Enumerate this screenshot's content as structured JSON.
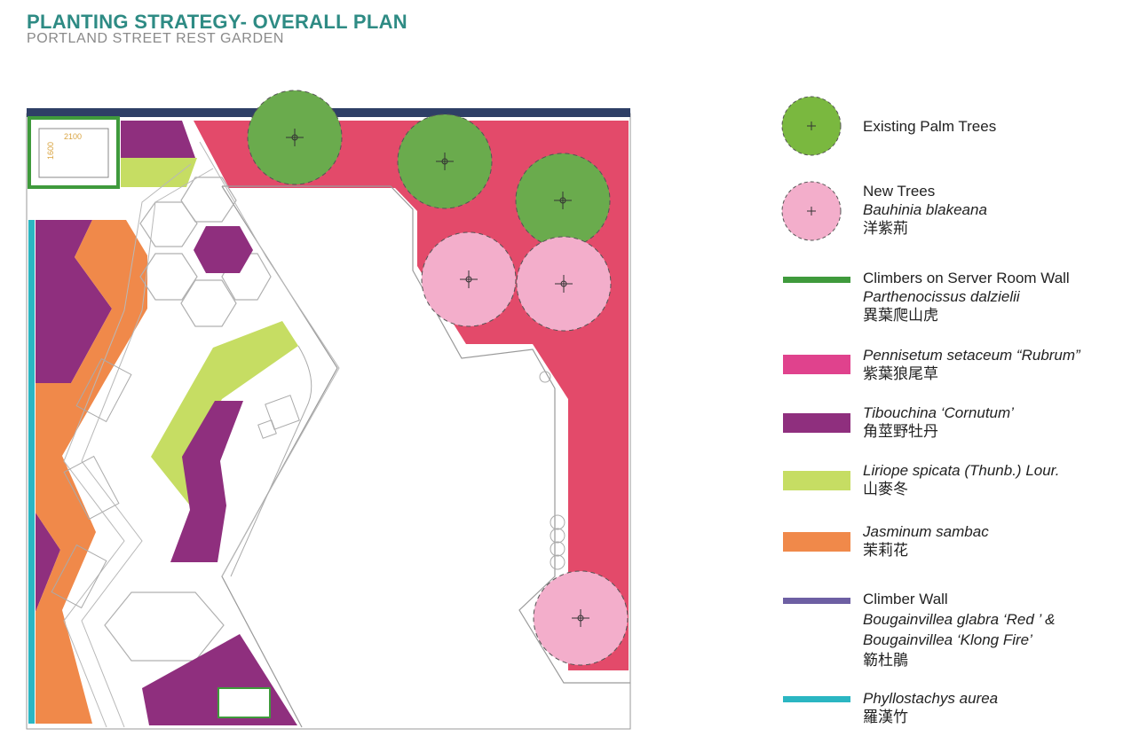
{
  "header": {
    "title": "PLANTING STRATEGY- OVERALL PLAN",
    "subtitle": "PORTLAND STREET REST GARDEN"
  },
  "plan": {
    "server_room_dims": {
      "width_label": "2100",
      "height_label": "1600"
    }
  },
  "colors": {
    "palm": "#6aab4d",
    "palm_legend": "#7ab83f",
    "new_tree": "#f3aecb",
    "climber_server": "#3f9a3c",
    "pennisetum": "#e34a6a",
    "pennisetum_legend": "#e0428d",
    "tibouchina": "#8f2f7e",
    "liriope": "#c6dd63",
    "jasminum": "#f0894a",
    "climber_wall": "#6d5fa3",
    "phyllostachys": "#2bb6c2",
    "top_wall": "#2e3f66"
  },
  "legend": [
    {
      "id": "palm",
      "kind": "circle",
      "color_key": "palm_legend",
      "label": "Existing Palm Trees",
      "latin": "",
      "chinese": ""
    },
    {
      "id": "new-trees",
      "kind": "circle",
      "color_key": "new_tree",
      "label": "New Trees",
      "latin": "Bauhinia blakeana",
      "chinese": "洋紫荊"
    },
    {
      "id": "climbers-server",
      "kind": "line",
      "color_key": "climber_server",
      "label": "Climbers on Server Room Wall",
      "latin": "Parthenocissus dalzielii",
      "chinese": "異葉爬山虎"
    },
    {
      "id": "pennisetum",
      "kind": "bar",
      "color_key": "pennisetum_legend",
      "label": "",
      "latin": "Pennisetum setaceum “Rubrum”",
      "chinese": "紫葉狼尾草"
    },
    {
      "id": "tibouchina",
      "kind": "bar",
      "color_key": "tibouchina",
      "label": "",
      "latin": "Tibouchina ‘Cornutum’",
      "chinese": "角莖野牡丹"
    },
    {
      "id": "liriope",
      "kind": "bar",
      "color_key": "liriope",
      "label": "",
      "latin": "Liriope spicata (Thunb.) Lour.",
      "chinese": "山麥冬"
    },
    {
      "id": "jasminum",
      "kind": "bar",
      "color_key": "jasminum",
      "label": "",
      "latin": "Jasminum sambac",
      "chinese": "茉莉花"
    },
    {
      "id": "climber-wall",
      "kind": "line",
      "color_key": "climber_wall",
      "label": "Climber Wall",
      "latin": "Bougainvillea glabra ‘Red ’ &",
      "latin2": "Bougainvillea ‘Klong Fire’",
      "chinese": "簕杜鵑"
    },
    {
      "id": "phyllostachys",
      "kind": "line",
      "color_key": "phyllostachys",
      "label": "",
      "latin": "Phyllostachys aurea",
      "chinese": "羅漢竹"
    }
  ]
}
